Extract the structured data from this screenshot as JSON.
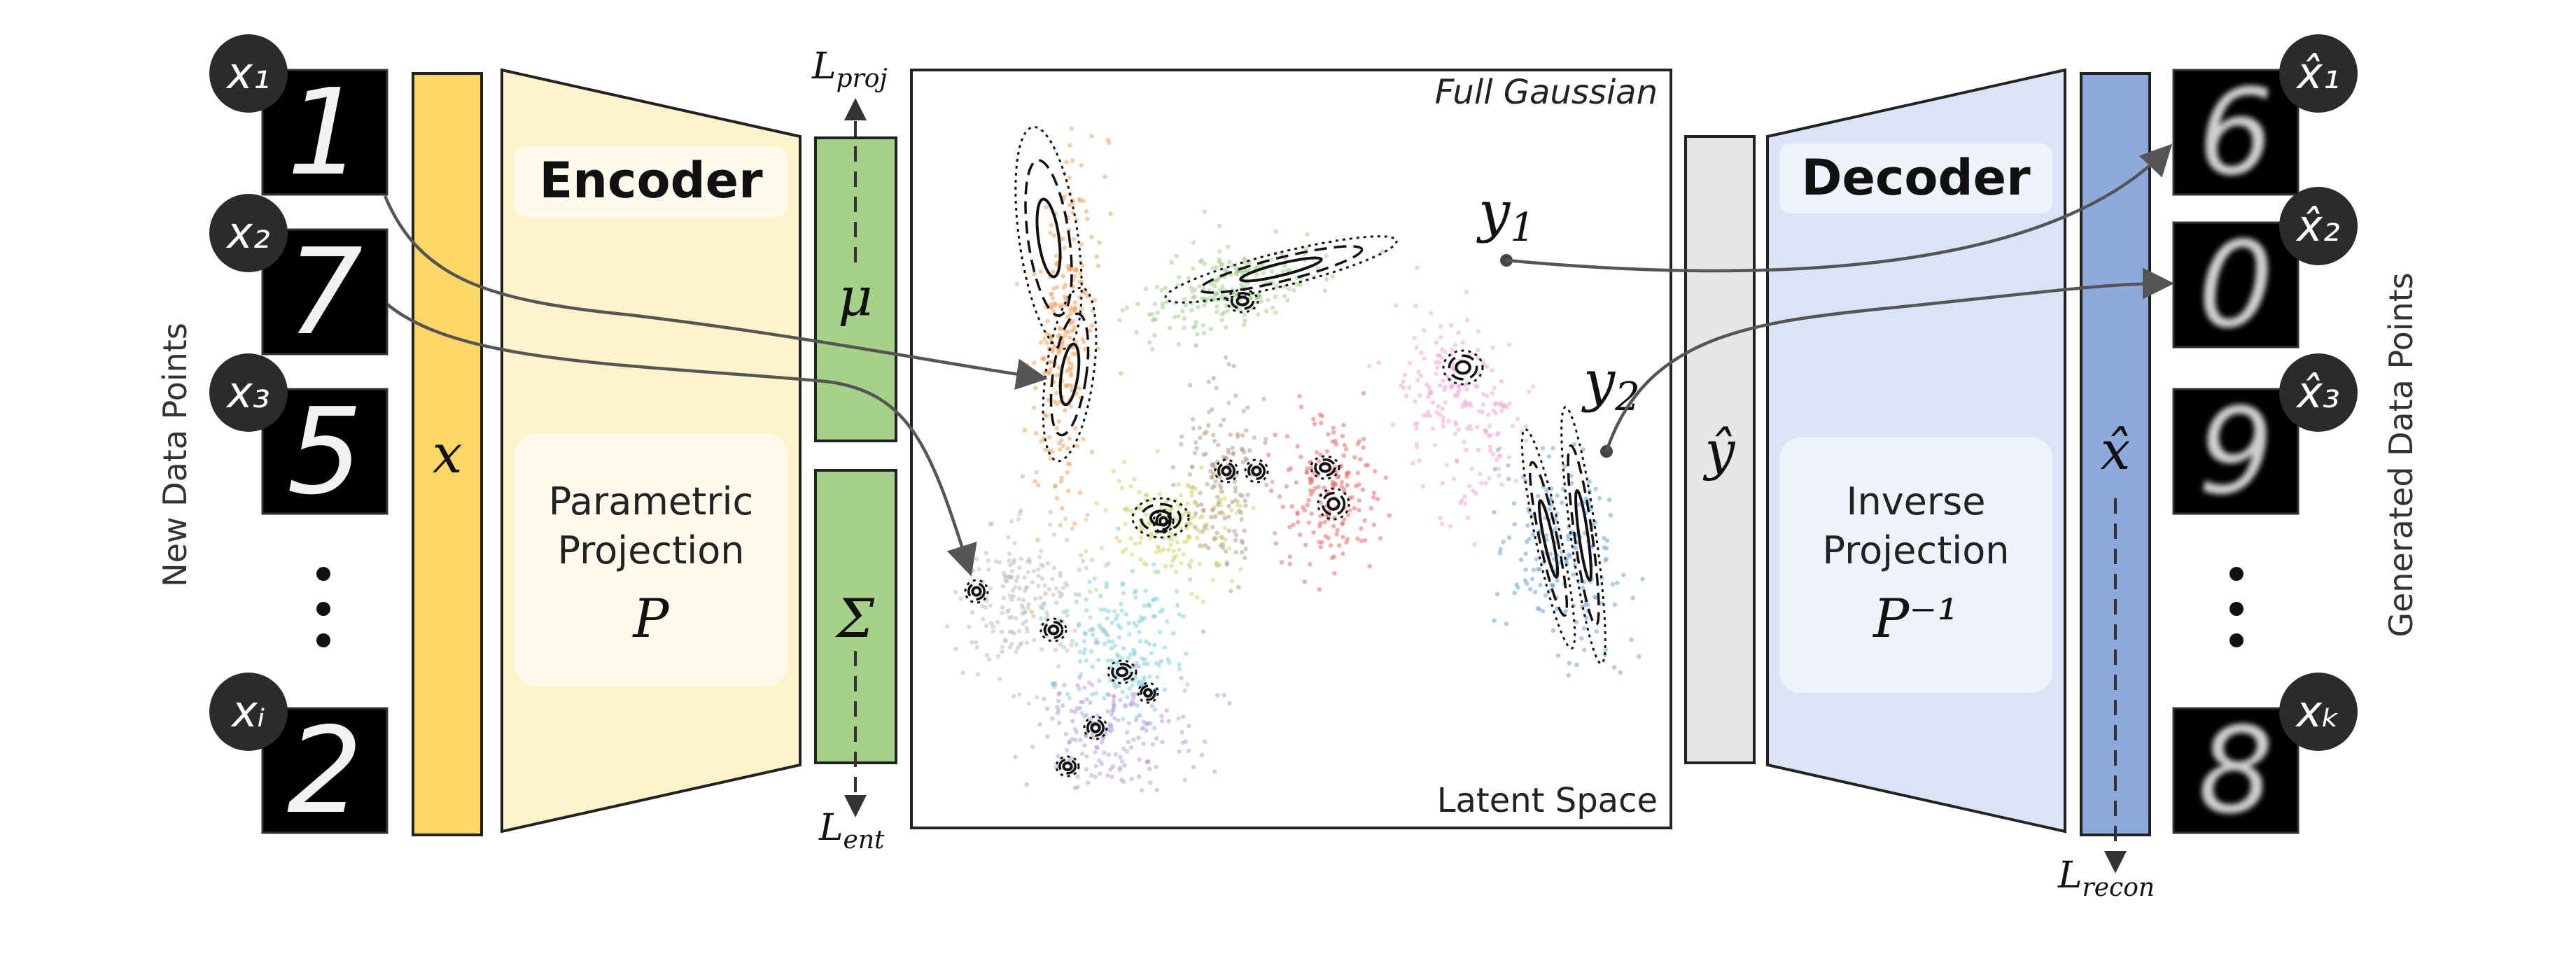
{
  "labels": {
    "new_data_points": "New Data Points",
    "generated_data_points": "Generated Data Points",
    "encoder": "Encoder",
    "decoder": "Decoder",
    "parametric_projection_line1": "Parametric",
    "parametric_projection_line2": "Projection",
    "parametric_projection_symbol": "P",
    "inverse_projection_line1": "Inverse",
    "inverse_projection_line2": "Projection",
    "inverse_projection_symbol": "P⁻¹",
    "full_gaussian": "Full Gaussian",
    "latent_space": "Latent Space",
    "x": "x",
    "mu": "μ",
    "sigma": "Σ",
    "y_hat": "ŷ",
    "x_hat": "x̂",
    "l_proj": "Lproj",
    "l_ent": "Lent",
    "l_recon": "Lrecon",
    "y1": "y₁",
    "y2": "y₂",
    "ellipsis": "⋮"
  },
  "inputs": [
    {
      "badge": "x₁",
      "digit": "1"
    },
    {
      "badge": "x₂",
      "digit": "7"
    },
    {
      "badge": "x₃",
      "digit": "5"
    },
    {
      "badge": "xᵢ",
      "digit": "2"
    }
  ],
  "outputs": [
    {
      "badge": "x̂₁",
      "digit": "6"
    },
    {
      "badge": "x̂₂",
      "digit": "0"
    },
    {
      "badge": "x̂₃",
      "digit": "9"
    },
    {
      "badge": "xₖ",
      "digit": "8"
    }
  ],
  "colors": {
    "x_bar": "#fdd866",
    "encoder": "#fff3cc",
    "mu_sigma": "#a7d18a",
    "decoder": "#dbe4f4",
    "x_hat_bar": "#8eaadc",
    "y_hat_bar": "#e6e6e6"
  }
}
